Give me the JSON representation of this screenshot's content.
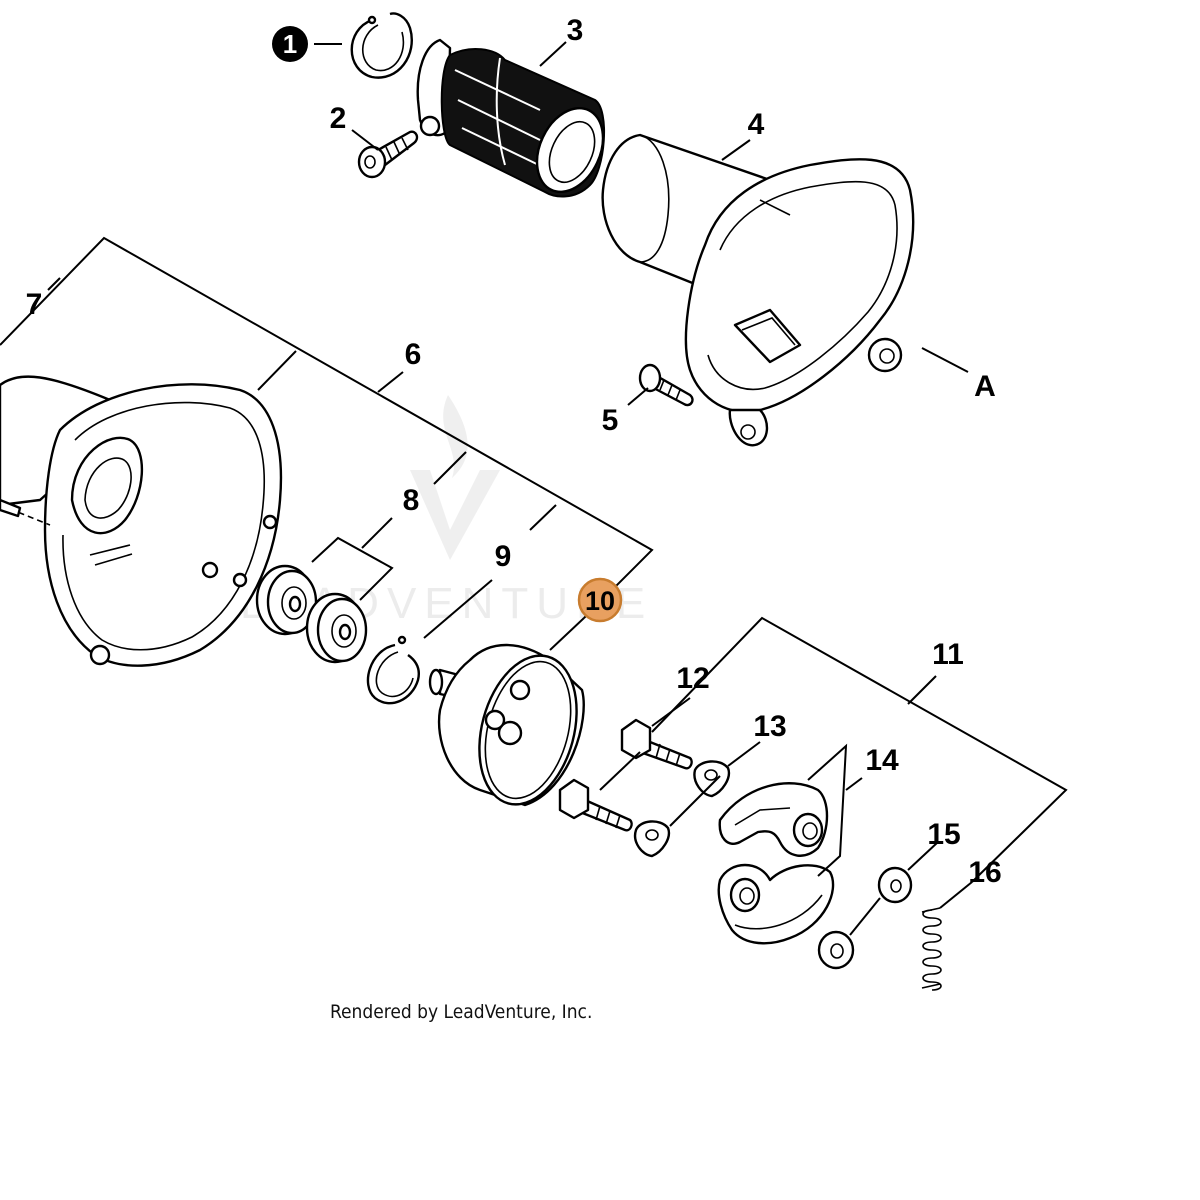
{
  "diagram": {
    "callouts": {
      "c1": "1",
      "c2": "2",
      "c3": "3",
      "c4": "4",
      "c5": "5",
      "c6": "6",
      "c7": "7",
      "c8": "8",
      "c9": "9",
      "c10": "10",
      "c11": "11",
      "c12": "12",
      "c13": "13",
      "c14": "14",
      "c15": "15",
      "c16": "16",
      "cA": "A"
    },
    "highlight_color": "#e8a060",
    "highlight_border": "#c87c2e",
    "watermark": "LEADVENTURE",
    "footer": "Rendered by LeadVenture, Inc."
  }
}
